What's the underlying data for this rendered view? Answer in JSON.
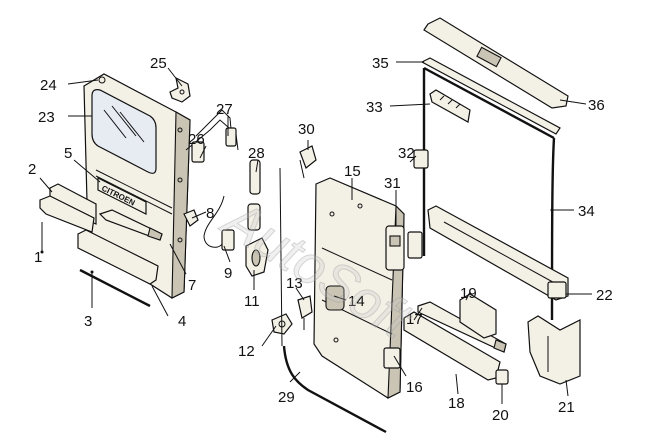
{
  "watermark": "AutoSoft",
  "badge_text": "CITROEN",
  "colors": {
    "background": "#ffffff",
    "line": "#111111",
    "part_fill": "#f3f0e6",
    "part_shade": "#c9c4b4",
    "glass": "#e7ecf3"
  },
  "callouts": [
    {
      "id": "1",
      "label": "1"
    },
    {
      "id": "2",
      "label": "2"
    },
    {
      "id": "3",
      "label": "3"
    },
    {
      "id": "4",
      "label": "4"
    },
    {
      "id": "5",
      "label": "5"
    },
    {
      "id": "7",
      "label": "7"
    },
    {
      "id": "8",
      "label": "8"
    },
    {
      "id": "9",
      "label": "9"
    },
    {
      "id": "11",
      "label": "11"
    },
    {
      "id": "12",
      "label": "12"
    },
    {
      "id": "13",
      "label": "13"
    },
    {
      "id": "14",
      "label": "14"
    },
    {
      "id": "15",
      "label": "15"
    },
    {
      "id": "16",
      "label": "16"
    },
    {
      "id": "17",
      "label": "17"
    },
    {
      "id": "18",
      "label": "18"
    },
    {
      "id": "19",
      "label": "19"
    },
    {
      "id": "20",
      "label": "20"
    },
    {
      "id": "21",
      "label": "21"
    },
    {
      "id": "22",
      "label": "22"
    },
    {
      "id": "23",
      "label": "23"
    },
    {
      "id": "24",
      "label": "24"
    },
    {
      "id": "25",
      "label": "25"
    },
    {
      "id": "26",
      "label": "26"
    },
    {
      "id": "27",
      "label": "27"
    },
    {
      "id": "28",
      "label": "28"
    },
    {
      "id": "29",
      "label": "29"
    },
    {
      "id": "30",
      "label": "30"
    },
    {
      "id": "31",
      "label": "31"
    },
    {
      "id": "32",
      "label": "32"
    },
    {
      "id": "33",
      "label": "33"
    },
    {
      "id": "34",
      "label": "34"
    },
    {
      "id": "35",
      "label": "35"
    },
    {
      "id": "36",
      "label": "36"
    }
  ]
}
